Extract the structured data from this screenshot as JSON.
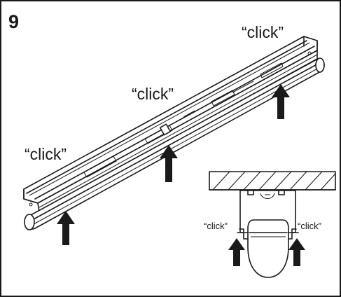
{
  "step": {
    "number": "9"
  },
  "labels": {
    "click_right": "“click”",
    "click_middle": "“click”",
    "click_left": "“click”",
    "detail_click_left": "“click”",
    "detail_click_right": "“click”"
  },
  "colors": {
    "ink": "#1a1a1a",
    "paper": "#ffffff"
  },
  "icons": {
    "arrows": "up-arrow-icon"
  }
}
